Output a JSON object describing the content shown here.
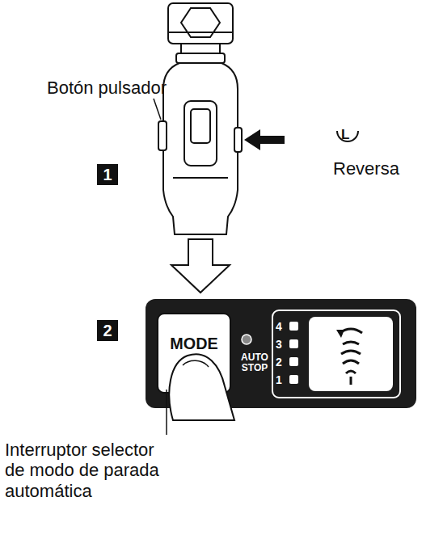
{
  "diagram": {
    "nodes": [
      {
        "text": [
          "AUTO STOP"
        ]
      },
      {
        "text": [
          "MODE"
        ],
        "in": 0
      }
    ],
    "labels": [
      "Botón pulsador",
      "1",
      "L",
      "Reversa",
      "2",
      "4",
      "3",
      "2",
      "1",
      "Interruptor selector de modo de parada automática"
    ]
  }
}
